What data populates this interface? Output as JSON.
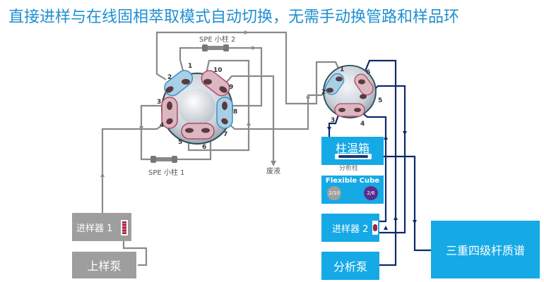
{
  "title": "直接进样与在线固相萃取模式自动切换，无需手动换管路和样品环",
  "left_valve": {
    "ports": [
      "1",
      "2",
      "3",
      "4",
      "5",
      "6",
      "7",
      "8",
      "9",
      "10"
    ],
    "spe_column_1": "SPE 小柱 1",
    "spe_column_2": "SPE 小柱 2",
    "waste": "废液"
  },
  "right_valve": {
    "ports": [
      "1",
      "2",
      "3",
      "4",
      "5",
      "6"
    ]
  },
  "boxes": {
    "injector_1": "进样器 1",
    "loading_pump": "上样泵",
    "column_oven": "柱温箱",
    "analytical_column": "分析柱",
    "flexible_cube": "Flexible Cube",
    "cube_valve_a": "2/10",
    "cube_valve_b": "2/6",
    "injector_2": "进样器 2",
    "analytical_pump": "分析泵",
    "ms": "三重四级杆质谱"
  },
  "colors": {
    "title": "#1e8fd0",
    "gray_pipe": "#8a8a8a",
    "blue_pipe": "#0f2a6b",
    "box_blue": "#15a9e6",
    "box_gray": "#9e9e9e",
    "groove_red": "#b04a63",
    "groove_blue": "#3e8fbf"
  }
}
